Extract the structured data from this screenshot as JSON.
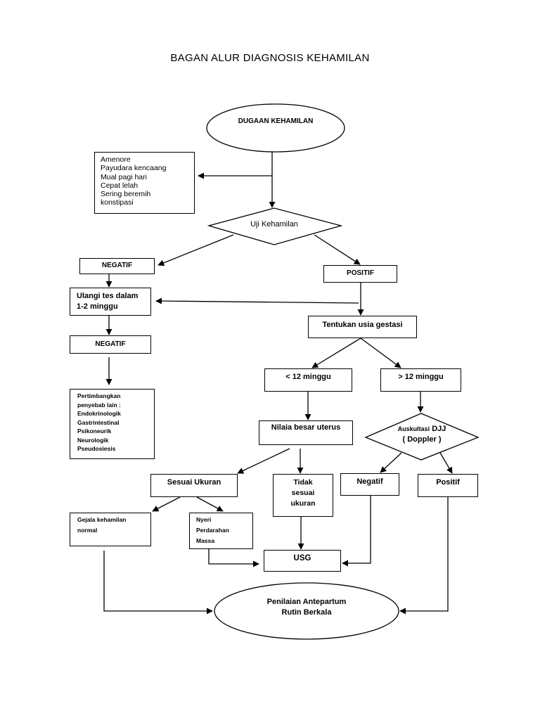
{
  "title": "BAGAN ALUR DIAGNOSIS KEHAMILAN",
  "nodes": {
    "dugaan": "DUGAAN KEHAMILAN",
    "gejala_awal": [
      "Amenore",
      "Payudara kencaang",
      "Mual pagi hari",
      "Cepat lelah",
      "Sering beremih",
      "konstipasi"
    ],
    "uji": "Uji Kehamilan",
    "negatif_1": "NEGATIF",
    "positif_1": "POSITIF",
    "ulangi": [
      "Ulangi tes dalam",
      "1-2 minggu"
    ],
    "negatif_2": "NEGATIF",
    "tentukan": "Tentukan usia gestasi",
    "pertimbangkan": [
      "Pertimbangkan",
      "penyebab lain :",
      "Endokrinologik",
      "Gastrintestinal",
      "Psikoneurik",
      "Neurologik",
      "Pseudosiesis"
    ],
    "kurang_12": "< 12 minggu",
    "lebih_12": "> 12 minggu",
    "nilai_uterus": "Nilaia besar uterus",
    "auskultasi": {
      "prefix": "Auskultasi",
      "djj": "DJJ",
      "doppler": "( Doppler )"
    },
    "sesuai": "Sesuai Ukuran",
    "tidak_sesuai": [
      "Tidak",
      "sesuai",
      "ukuran"
    ],
    "negatif_3": "Negatif",
    "positif_2": "Positif",
    "gejala_normal": [
      "Gejala kehamilan",
      "normal"
    ],
    "nyeri": [
      "Nyeri",
      "Perdarahan",
      "Massa"
    ],
    "usg": "USG",
    "penilaian": [
      "Penilaian Antepartum",
      "Rutin Berkala"
    ]
  }
}
